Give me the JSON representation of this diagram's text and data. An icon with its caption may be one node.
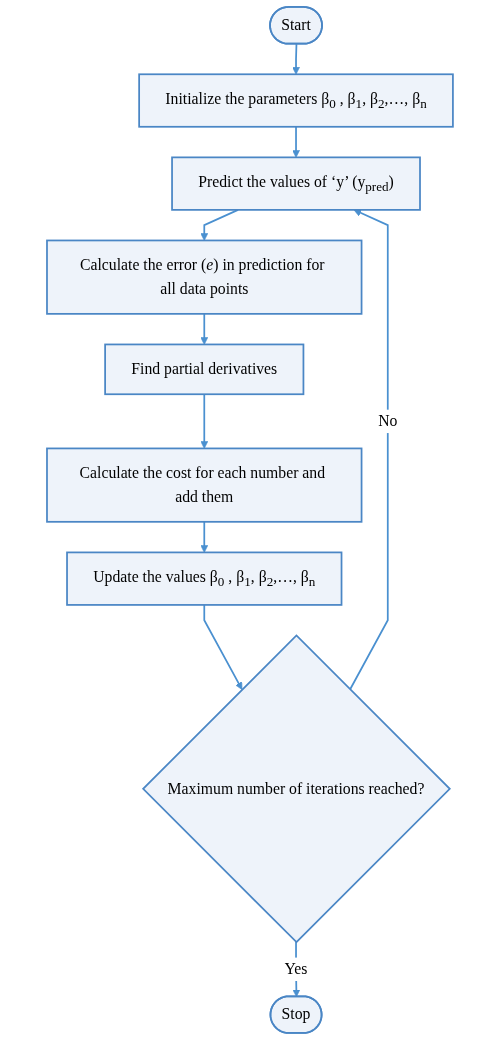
{
  "diagram": {
    "nodes": [
      {
        "text": [
          "Start"
        ]
      },
      {
        "text": [
          "Initialize the parameters β$_{0}$ , β$_{1}$, β$_{2}$,…, β$_{n}$"
        ]
      },
      {
        "text": [
          "Predict the values of ‘y’ (y$_{pred}$)"
        ]
      },
      {
        "text": [
          "Calculate the error (*e*) in prediction for all data points"
        ]
      },
      {
        "text": [
          "Find partial derivatives"
        ]
      },
      {
        "text": [
          "Calculate the cost for each number and add them"
        ]
      },
      {
        "text": [
          "Update the values β$_{0}$ , β$_{1}$, β$_{2}$,…, β$_{n}$"
        ]
      },
      {
        "text": [
          "Maximum number of iterations reached?"
        ]
      },
      {
        "text": [
          "Stop"
        ]
      }
    ],
    "edges": [
      {
        "from": 0,
        "to": 1,
        "arrow": "to"
      },
      {
        "from": 1,
        "to": 2,
        "arrow": "to"
      },
      {
        "from": 2,
        "to": 3,
        "arrow": "to"
      },
      {
        "from": 3,
        "to": 4,
        "arrow": "to"
      },
      {
        "from": 4,
        "to": 5,
        "arrow": "to"
      },
      {
        "from": 5,
        "to": 6,
        "arrow": "to"
      },
      {
        "from": 6,
        "to": 7,
        "arrow": "to"
      },
      {
        "from": 7,
        "to": 2,
        "label": "No",
        "arrow": "to"
      },
      {
        "from": 7,
        "to": 8,
        "label": "Yes",
        "arrow": "to"
      }
    ]
  }
}
